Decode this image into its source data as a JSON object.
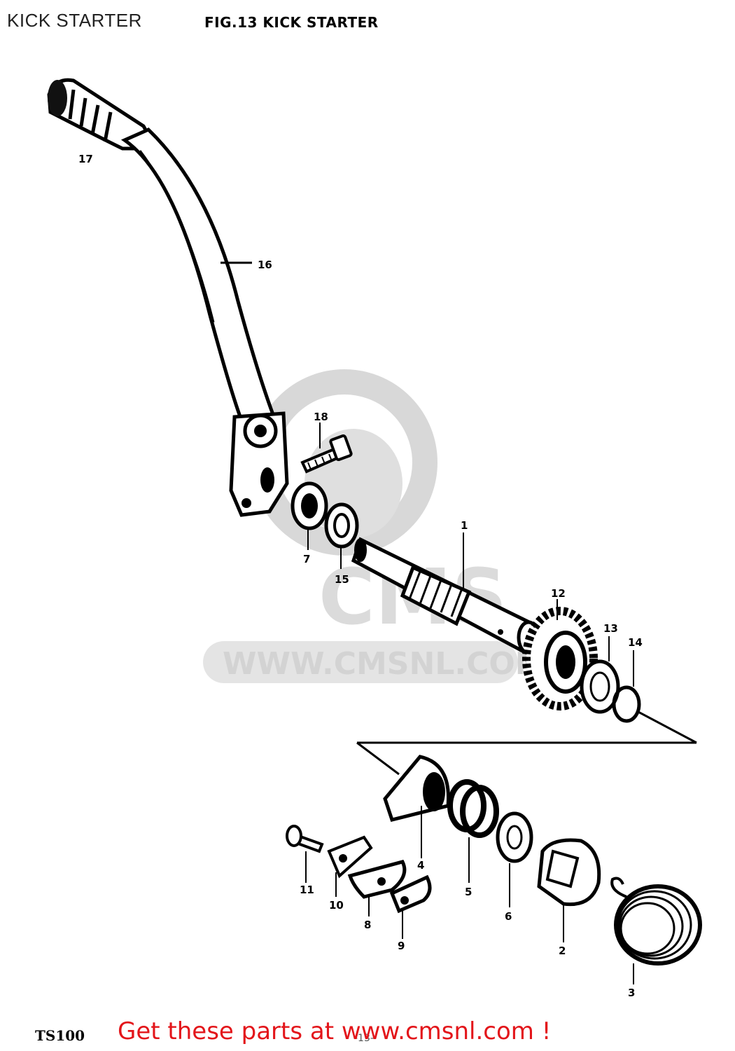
{
  "header": {
    "page_heading": "KICK STARTER",
    "figure_title": "FIG.13 KICK STARTER"
  },
  "watermark": {
    "url": "WWW.CMSNL.COM",
    "logo": "CMS",
    "color": "#cfcfcf"
  },
  "callouts": [
    "17",
    "16",
    "18",
    "7",
    "15",
    "1",
    "12",
    "13",
    "14",
    "4",
    "5",
    "6",
    "2",
    "3",
    "11",
    "10",
    "8",
    "9"
  ],
  "footer": {
    "model": "TS100",
    "page": "-13-",
    "cta": "Get these parts at www.cmsnl.com !",
    "cta_color": "#e3151a"
  }
}
